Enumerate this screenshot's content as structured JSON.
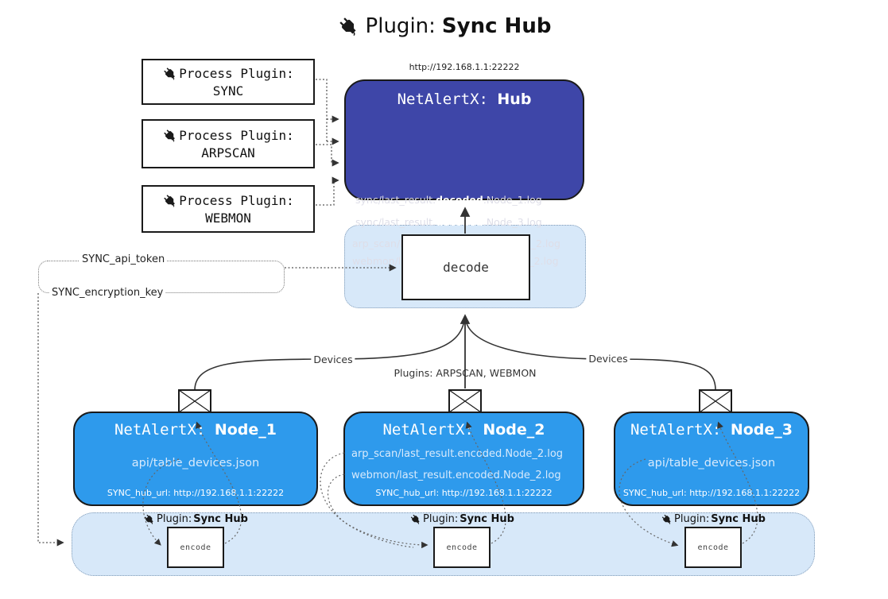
{
  "title": {
    "prefix": "Plugin: ",
    "name": "Sync Hub"
  },
  "hub": {
    "url_label": "http://192.168.1.1:22222",
    "title_prefix": "NetAlertX: ",
    "title_name": "Hub",
    "logs": [
      {
        "pre": "sync/last_result.",
        "bold": "decoded",
        "post": ".Node_1.log"
      },
      {
        "pre": "sync/last_result.",
        "bold": "decoded",
        "post": ".Node_3.log"
      },
      {
        "pre": "arp_scan/last_result.",
        "bold": "decoded",
        "post": ".Node_2.log"
      },
      {
        "pre": "webmon/last_result.",
        "bold": "decoded",
        "post": ".Node_2.log"
      }
    ]
  },
  "process_plugins": [
    {
      "label": "Process Plugin:",
      "name": "SYNC"
    },
    {
      "label": "Process Plugin:",
      "name": "ARPSCAN"
    },
    {
      "label": "Process Plugin:",
      "name": "WEBMON"
    }
  ],
  "decode": {
    "label": "decode"
  },
  "tokens": {
    "api_token": "SYNC_api_token",
    "encryption_key": "SYNC_encryption_key"
  },
  "edges": {
    "devices_left": "Devices",
    "devices_right": "Devices",
    "plugins_center": "Plugins: ARPSCAN, WEBMON"
  },
  "nodes": [
    {
      "title_prefix": "NetAlertX: ",
      "title_name": "Node_1",
      "files": [
        "api/table_devices.json"
      ],
      "hub_url": "SYNC_hub_url: http://192.168.1.1:22222"
    },
    {
      "title_prefix": "NetAlertX: ",
      "title_name": "Node_2",
      "files": [
        "arp_scan/last_result.encoded.Node_2.log",
        "webmon/last_result.encoded.Node_2.log"
      ],
      "hub_url": "SYNC_hub_url: http://192.168.1.1:22222"
    },
    {
      "title_prefix": "NetAlertX: ",
      "title_name": "Node_3",
      "files": [
        "api/table_devices.json"
      ],
      "hub_url": "SYNC_hub_url: http://192.168.1.1:22222"
    }
  ],
  "encode_sections": [
    {
      "plugin_prefix": "Plugin: ",
      "plugin_name": "Sync Hub",
      "box_label": "encode"
    },
    {
      "plugin_prefix": "Plugin: ",
      "plugin_name": "Sync Hub",
      "box_label": "encode"
    },
    {
      "plugin_prefix": "Plugin: ",
      "plugin_name": "Sync Hub",
      "box_label": "encode"
    }
  ],
  "colors": {
    "hub_fill": "#3E46A8",
    "node_fill": "#2E9AEC",
    "section_fill": "#D7E8F9",
    "box_border": "#1a1a1a",
    "connector": "#333333"
  }
}
